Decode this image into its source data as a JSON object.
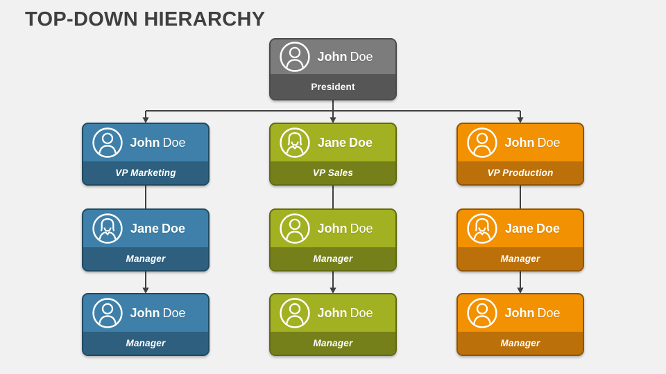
{
  "slide": {
    "title": "TOP-DOWN HIERARCHY",
    "background_color": "#F1F1F1",
    "title_color": "#3F3F3F",
    "connector_color": "#3F3F3F"
  },
  "theme": {
    "icons": {
      "male": "male-user-icon",
      "female": "female-user-icon"
    },
    "palettes": {
      "gray": {
        "top": "#7C7C7C",
        "band": "#565656",
        "border": "#4B4B4B"
      },
      "blue": {
        "top": "#3E80A9",
        "band": "#2E5F7E",
        "border": "#1F4A61"
      },
      "green": {
        "top": "#A2B122",
        "band": "#75801B",
        "border": "#626B10"
      },
      "orange": {
        "top": "#F29101",
        "band": "#BC7009",
        "border": "#8F5404"
      }
    }
  },
  "nodes": {
    "president": {
      "first_name": "John",
      "last_name": "Doe",
      "last_name_weight": "regular",
      "role": "President",
      "role_style": "normal",
      "gender": "male",
      "palette": "gray"
    },
    "vp_marketing": {
      "first_name": "John",
      "last_name": "Doe",
      "last_name_weight": "regular",
      "role": "VP Marketing",
      "role_style": "italic",
      "gender": "male",
      "palette": "blue"
    },
    "vp_sales": {
      "first_name": "Jane",
      "last_name": "Doe",
      "last_name_weight": "bold",
      "role": "VP Sales",
      "role_style": "italic",
      "gender": "female",
      "palette": "green"
    },
    "vp_production": {
      "first_name": "John",
      "last_name": "Doe",
      "last_name_weight": "regular",
      "role": "VP Production",
      "role_style": "italic",
      "gender": "male",
      "palette": "orange"
    },
    "marketing_manager": {
      "first_name": "Jane",
      "last_name": "Doe",
      "last_name_weight": "bold",
      "role": "Manager",
      "role_style": "italic",
      "gender": "female",
      "palette": "blue"
    },
    "sales_manager": {
      "first_name": "John",
      "last_name": "Doe",
      "last_name_weight": "regular",
      "role": "Manager",
      "role_style": "italic",
      "gender": "male",
      "palette": "green"
    },
    "production_manager": {
      "first_name": "Jane",
      "last_name": "Doe",
      "last_name_weight": "bold",
      "role": "Manager",
      "role_style": "italic",
      "gender": "female",
      "palette": "orange"
    },
    "marketing_manager_2": {
      "first_name": "John",
      "last_name": "Doe",
      "last_name_weight": "regular",
      "role": "Manager",
      "role_style": "italic",
      "gender": "male",
      "palette": "blue"
    },
    "sales_manager_2": {
      "first_name": "John",
      "last_name": "Doe",
      "last_name_weight": "regular",
      "role": "Manager",
      "role_style": "italic",
      "gender": "male",
      "palette": "green"
    },
    "production_manager_2": {
      "first_name": "John",
      "last_name": "Doe",
      "last_name_weight": "regular",
      "role": "Manager",
      "role_style": "italic",
      "gender": "male",
      "palette": "orange"
    }
  }
}
